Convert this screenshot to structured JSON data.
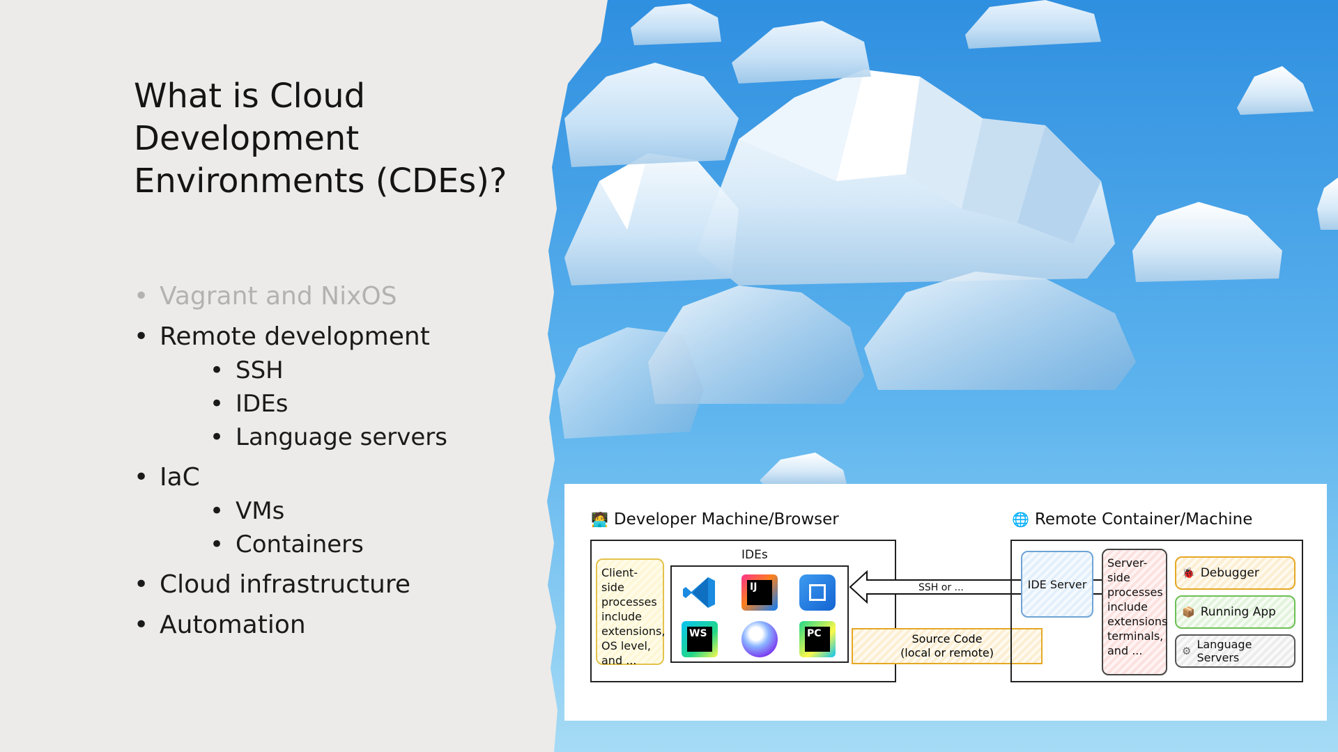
{
  "slide": {
    "title": "What is Cloud Development Environments (CDEs)?",
    "bullets": [
      {
        "label": "Vagrant and NixOS",
        "dimmed": true,
        "children": []
      },
      {
        "label": "Remote development",
        "dimmed": false,
        "children": [
          "SSH",
          "IDEs",
          "Language servers"
        ]
      },
      {
        "label": "IaC",
        "dimmed": false,
        "children": [
          "VMs",
          "Containers"
        ]
      },
      {
        "label": "Cloud infrastructure",
        "dimmed": false,
        "children": []
      },
      {
        "label": "Automation",
        "dimmed": false,
        "children": []
      }
    ]
  },
  "diagram": {
    "left_heading": "Developer Machine/Browser",
    "left_heading_icon": "developer-emoji-icon",
    "right_heading": "Remote Container/Machine",
    "right_heading_icon": "globe-icon",
    "ides_label": "IDEs",
    "client_side_text": "Client-side\nprocesses\ninclude\nextensions,\nOS level,\nand ...",
    "connection_label": "SSH or ...",
    "source_code_line1": "Source Code",
    "source_code_line2": "(local or remote)",
    "ide_server_label": "IDE Server",
    "server_side_text": "Server-\nside\nprocesses\ninclude\nextensions\nterminals,\nand ...",
    "services": [
      {
        "label": "Debugger",
        "icon": "bug-icon",
        "color": "#e5a823"
      },
      {
        "label": "Running App",
        "icon": "package-icon",
        "color": "#6cbf53"
      },
      {
        "label": "Language Servers",
        "icon": "gear-icon",
        "color": "#555555"
      }
    ],
    "ide_icons": [
      {
        "name": "vscode-icon",
        "text": ""
      },
      {
        "name": "intellij-icon",
        "text": "IJ"
      },
      {
        "name": "zed-icon",
        "text": ""
      },
      {
        "name": "webstorm-icon",
        "text": "WS"
      },
      {
        "name": "fleet-icon",
        "text": ""
      },
      {
        "name": "pycharm-icon",
        "text": "PC"
      }
    ]
  },
  "colors": {
    "background": "#ecebe9",
    "sky_top": "#2f8fe0",
    "sky_bottom": "#a6dbf5"
  }
}
